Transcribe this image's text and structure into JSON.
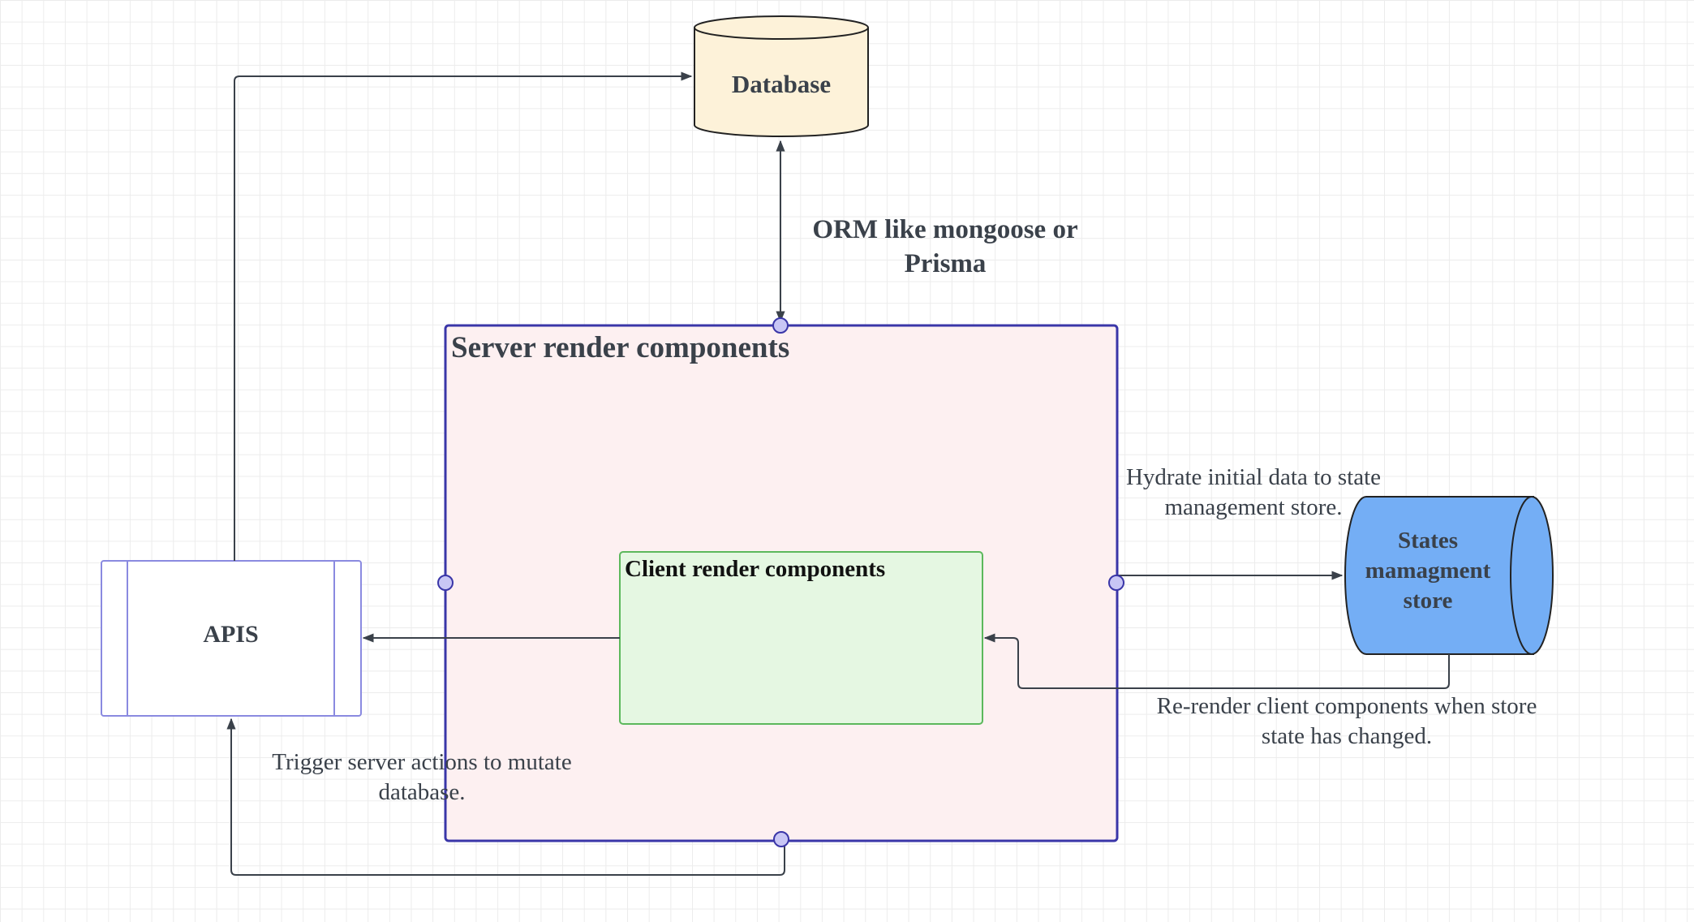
{
  "diagram": {
    "nodes": {
      "database": {
        "label": "Database",
        "fill": "#fdf2d9"
      },
      "server": {
        "label": "Server render components",
        "fill": "#fdf0f1",
        "stroke": "#3a36a8"
      },
      "client": {
        "label": "Client render components",
        "fill": "#e5f7e2",
        "stroke": "#5cb85c"
      },
      "apis": {
        "label": "APIS",
        "stroke": "#8a8ae0"
      },
      "store": {
        "line1": "States",
        "line2": "mamagment",
        "line3": "store",
        "fill": "#74aef5"
      }
    },
    "edges": {
      "orm": {
        "line1": "ORM like mongoose or",
        "line2": "Prisma"
      },
      "hydrate": {
        "line1": "Hydrate initial data to state",
        "line2": "management store."
      },
      "rerender": {
        "line1": "Re-render client components when store",
        "line2": "state has changed."
      },
      "trigger": {
        "line1": "Trigger server actions to mutate",
        "line2": "database."
      }
    },
    "colors": {
      "edge": "#3a414a",
      "port": "#c8c6f5",
      "text": "#3a414a"
    }
  }
}
